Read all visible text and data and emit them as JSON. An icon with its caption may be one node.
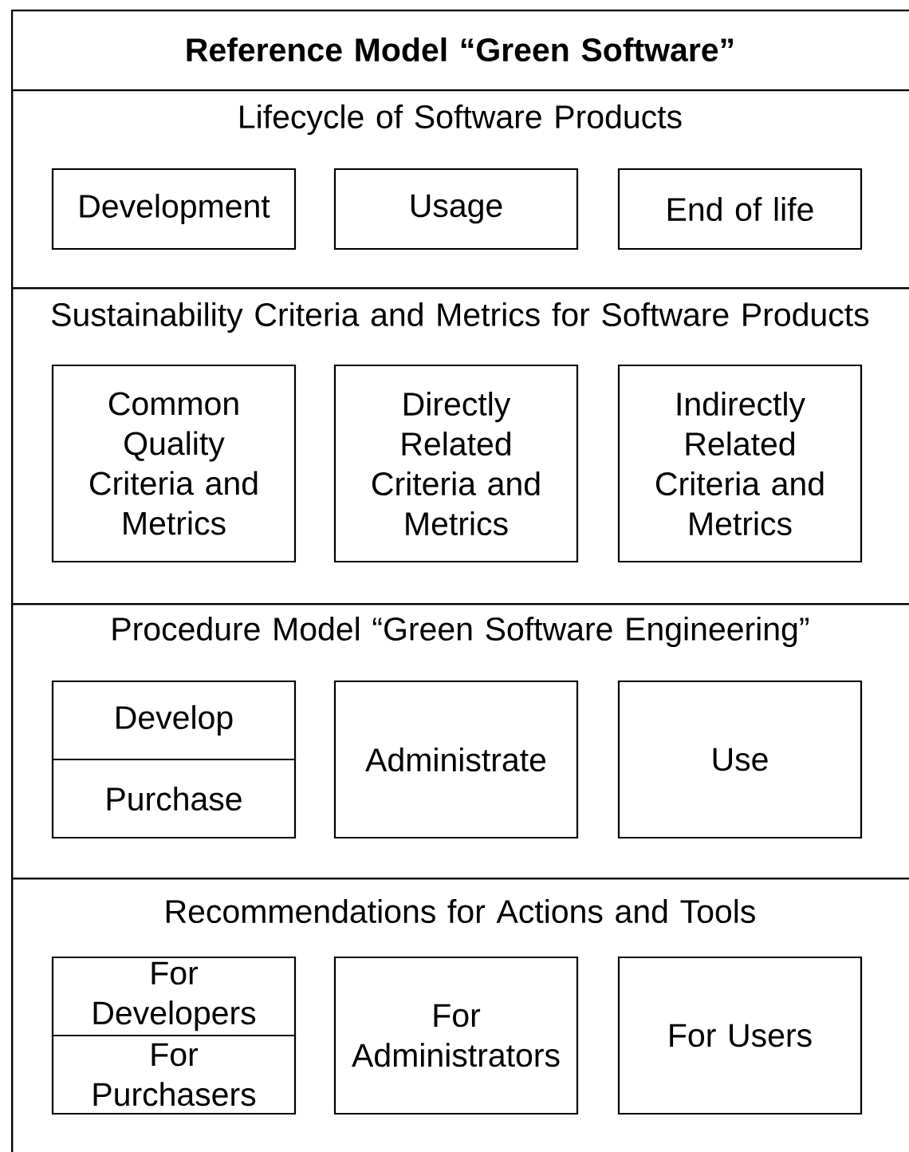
{
  "diagram": {
    "nodes": [
      {
        "text": [
          "Reference Model “Green Software”"
        ]
      },
      {
        "text": [
          "Lifecycle of Software Products"
        ],
        "in": 0
      },
      {
        "text": [
          "Development"
        ],
        "in": 1
      },
      {
        "text": [
          "Usage"
        ],
        "in": 1
      },
      {
        "text": [
          "End of life"
        ],
        "in": 1
      },
      {
        "text": [
          "Sustainability Criteria and Metrics for Software Products"
        ],
        "in": 0
      },
      {
        "text": [
          "Common Quality Criteria and Metrics"
        ],
        "in": 5
      },
      {
        "text": [
          "Directly Related Criteria and Metrics"
        ],
        "in": 5
      },
      {
        "text": [
          "Indirectly Related Criteria and Metrics"
        ],
        "in": 5
      },
      {
        "text": [
          "Procedure Model “Green Software Engineering”"
        ],
        "in": 0
      },
      {
        "text": [
          "Develop"
        ],
        "in": 9
      },
      {
        "text": [
          "Purchase"
        ],
        "in": 9
      },
      {
        "text": [
          "Administrate"
        ],
        "in": 9
      },
      {
        "text": [
          "Use"
        ],
        "in": 9
      },
      {
        "text": [
          "Recommendations for Actions and Tools"
        ],
        "in": 0
      },
      {
        "text": [
          "For Developers"
        ],
        "in": 14
      },
      {
        "text": [
          "For Purchasers"
        ],
        "in": 14
      },
      {
        "text": [
          "For Administrators"
        ],
        "in": 14
      },
      {
        "text": [
          "For Users"
        ],
        "in": 14
      }
    ]
  }
}
